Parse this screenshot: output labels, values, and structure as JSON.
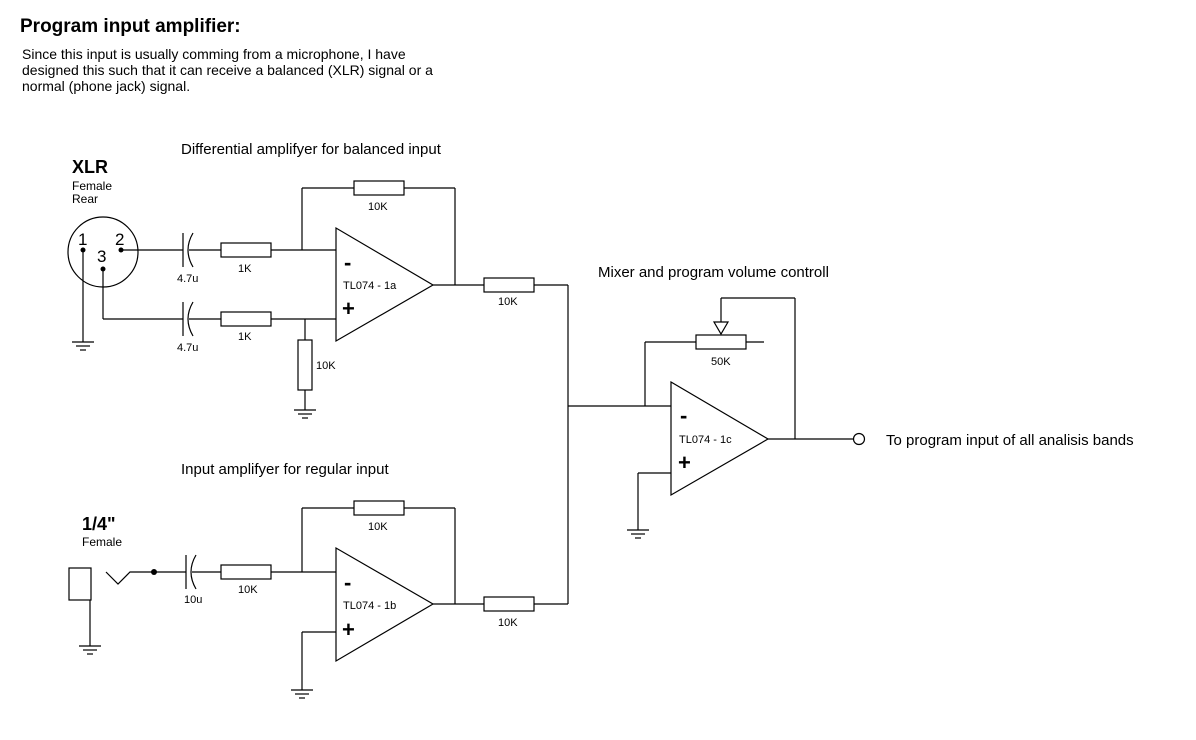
{
  "title": "Program input amplifier:",
  "intro": [
    "Since this input is usually comming from a microphone, I have",
    "designed this such that it can receive a balanced (XLR) signal or a",
    "normal (phone jack) signal."
  ],
  "captions": {
    "differential": "Differential amplifyer for balanced input",
    "regular": "Input amplifyer for regular input",
    "mixer": "Mixer and program volume controll",
    "output": "To program input of all analisis bands"
  },
  "xlr": {
    "name": "XLR",
    "line1": "Female",
    "line2": "Rear",
    "pin1": "1",
    "pin2": "2",
    "pin3": "3"
  },
  "jack": {
    "name": "1/4\"",
    "line1": "Female"
  },
  "components": {
    "c1": "4.7u",
    "c2": "4.7u",
    "c3": "10u",
    "r_in_1a_top": "1K",
    "r_in_1a_bot": "1K",
    "r_fb_1a": "10K",
    "r_gnd_1a": "10K",
    "r_out_1a": "10K",
    "r_in_1b": "10K",
    "r_fb_1b": "10K",
    "r_out_1b": "10K",
    "pot": "50K"
  },
  "opamps": {
    "a": {
      "label": "TL074 - 1a",
      "minus": "-",
      "plus": "+"
    },
    "b": {
      "label": "TL074 - 1b",
      "minus": "-",
      "plus": "+"
    },
    "c": {
      "label": "TL074 - 1c",
      "minus": "-",
      "plus": "+"
    }
  }
}
